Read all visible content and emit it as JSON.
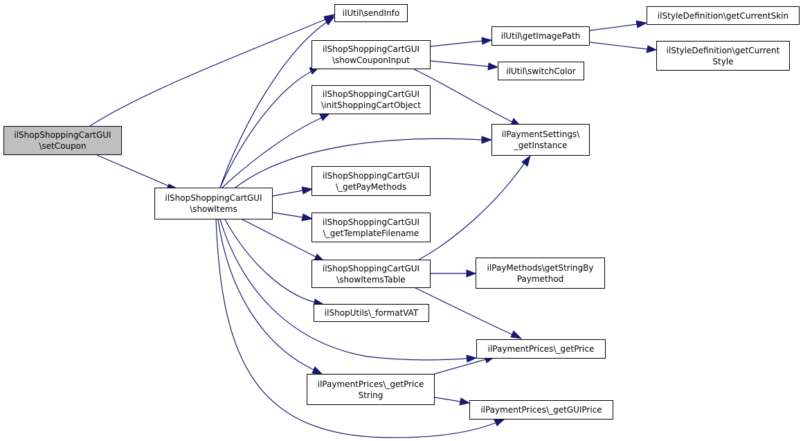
{
  "colors": {
    "edge": "#191970",
    "node_border": "#000000",
    "root_fill": "#bfbfbf",
    "node_fill": "#ffffff"
  },
  "nodes": {
    "setCoupon": "ilShopShoppingCartGUI\n\\setCoupon",
    "showItems": "ilShopShoppingCartGUI\n\\showItems",
    "sendInfo": "ilUtil\\sendInfo",
    "showCouponInput": "ilShopShoppingCartGUI\n\\showCouponInput",
    "initShoppingCartObject": "ilShopShoppingCartGUI\n\\initShoppingCartObject",
    "getPayMethods": "ilShopShoppingCartGUI\n\\_getPayMethods",
    "getTemplateFilename": "ilShopShoppingCartGUI\n\\_getTemplateFilename",
    "showItemsTable": "ilShopShoppingCartGUI\n\\showItemsTable",
    "formatVAT": "ilShopUtils\\_formatVAT",
    "getPriceString": "ilPaymentPrices\\_getPrice\nString",
    "getImagePath": "ilUtil\\getImagePath",
    "switchColor": "ilUtil\\switchColor",
    "getCurrentSkin": "ilStyleDefinition\\getCurrentSkin",
    "getCurrentStyle": "ilStyleDefinition\\getCurrent\nStyle",
    "getInstance": "ilPaymentSettings\\\n_getInstance",
    "getStringByPaymethod": "ilPayMethods\\getStringBy\nPaymethod",
    "getPrice": "ilPaymentPrices\\_getPrice",
    "getGUIPrice": "ilPaymentPrices\\_getGUIPrice"
  }
}
